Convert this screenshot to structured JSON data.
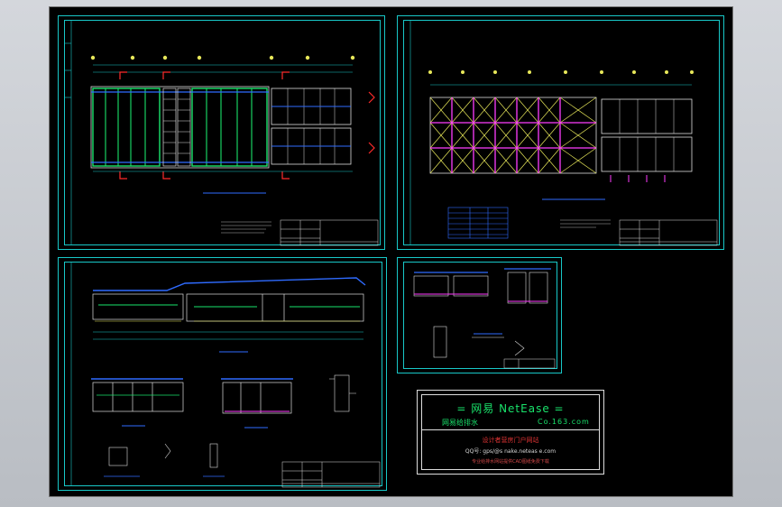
{
  "colors": {
    "background": "#000000",
    "frame": "#18c8c8",
    "green": "#19e36b",
    "blue": "#2f6bff",
    "magenta": "#ff3cff",
    "yellow": "#e8e85a",
    "red": "#ff2b2b"
  },
  "stamp": {
    "title": "=  网易 NetEase  =",
    "sub_left": "网易给排水",
    "sub_right": "Co.163.com",
    "line1": "设计者营房门户网站",
    "line2": "QQ号: gps/@s nake.neteas e.com",
    "line3": "专业给排水网站提供CAD图纸免费下载"
  }
}
